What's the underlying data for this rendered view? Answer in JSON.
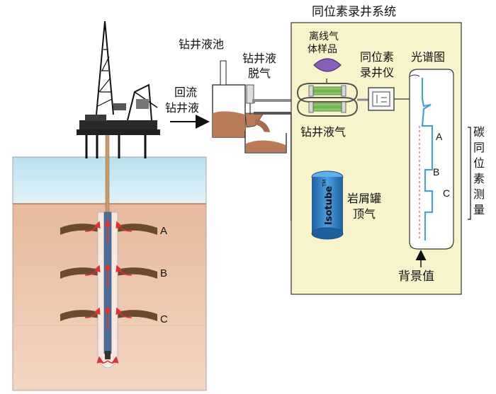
{
  "labels": {
    "system_title": "同位素录井系统",
    "mud_pit": "钻井液池",
    "return_mud_line1": "回流",
    "return_mud_line2": "钻井液",
    "degas_line1": "钻井液",
    "degas_line2": "脱气",
    "offline_line1": "离线气",
    "offline_line2": "体样品",
    "logger_line1": "同位素",
    "logger_line2": "录井仪",
    "spectrum": "光谱图",
    "mud_gas": "钻井液气",
    "canister_line1": "岩屑罐",
    "canister_line2": "顶气",
    "canister_brand": "Isotube",
    "canister_tm": "TM",
    "carbon_measurement": [
      "碳",
      "同",
      "位",
      "素",
      "测",
      "量"
    ],
    "background": "背景值"
  },
  "zones": {
    "well_left": [
      "A",
      "B",
      "C"
    ],
    "spectrum": [
      "A",
      "B",
      "C"
    ]
  },
  "colors": {
    "system_panel": "#f7f4cc",
    "sea": "#cde9f2",
    "rock": "#f1ccb4",
    "gas_sample": "#8a5fb8",
    "canister": "#2f7fc4",
    "spectrum_line": "#4a9fd6"
  }
}
